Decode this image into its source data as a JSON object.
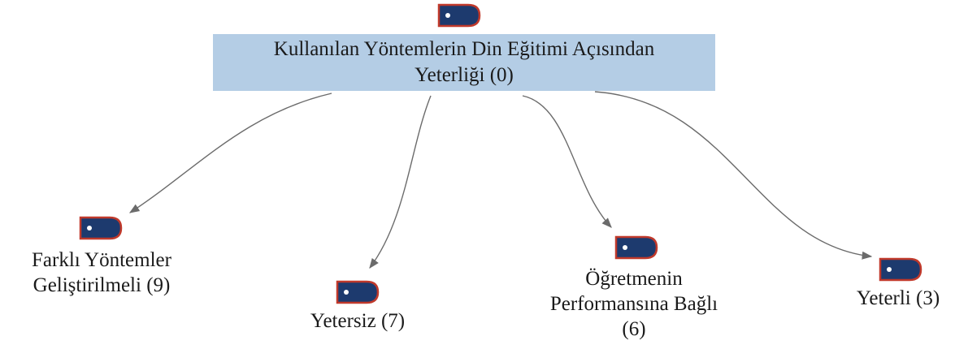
{
  "root": {
    "label_line1": "Kullanılan Yöntemlerin Din Eğitimi Açısından",
    "label_line2": "Yeterliği (0)"
  },
  "children": [
    {
      "line1": "Farklı Yöntemler",
      "line2": "Geliştirilmeli  (9)",
      "line3": ""
    },
    {
      "line1": "Yetersiz (7)",
      "line2": "",
      "line3": ""
    },
    {
      "line1": "Öğretmenin",
      "line2": "Performansına Bağlı",
      "line3": "(6)"
    },
    {
      "line1": "Yeterli  (3)",
      "line2": "",
      "line3": ""
    }
  ],
  "colors": {
    "icon_fill": "#1d3a6e",
    "icon_border": "#c0392b",
    "icon_dot": "#ffffff",
    "root_background": "#b4cde5",
    "edge": "#6b6b6b"
  },
  "icons": {
    "node": "code-node-icon"
  }
}
